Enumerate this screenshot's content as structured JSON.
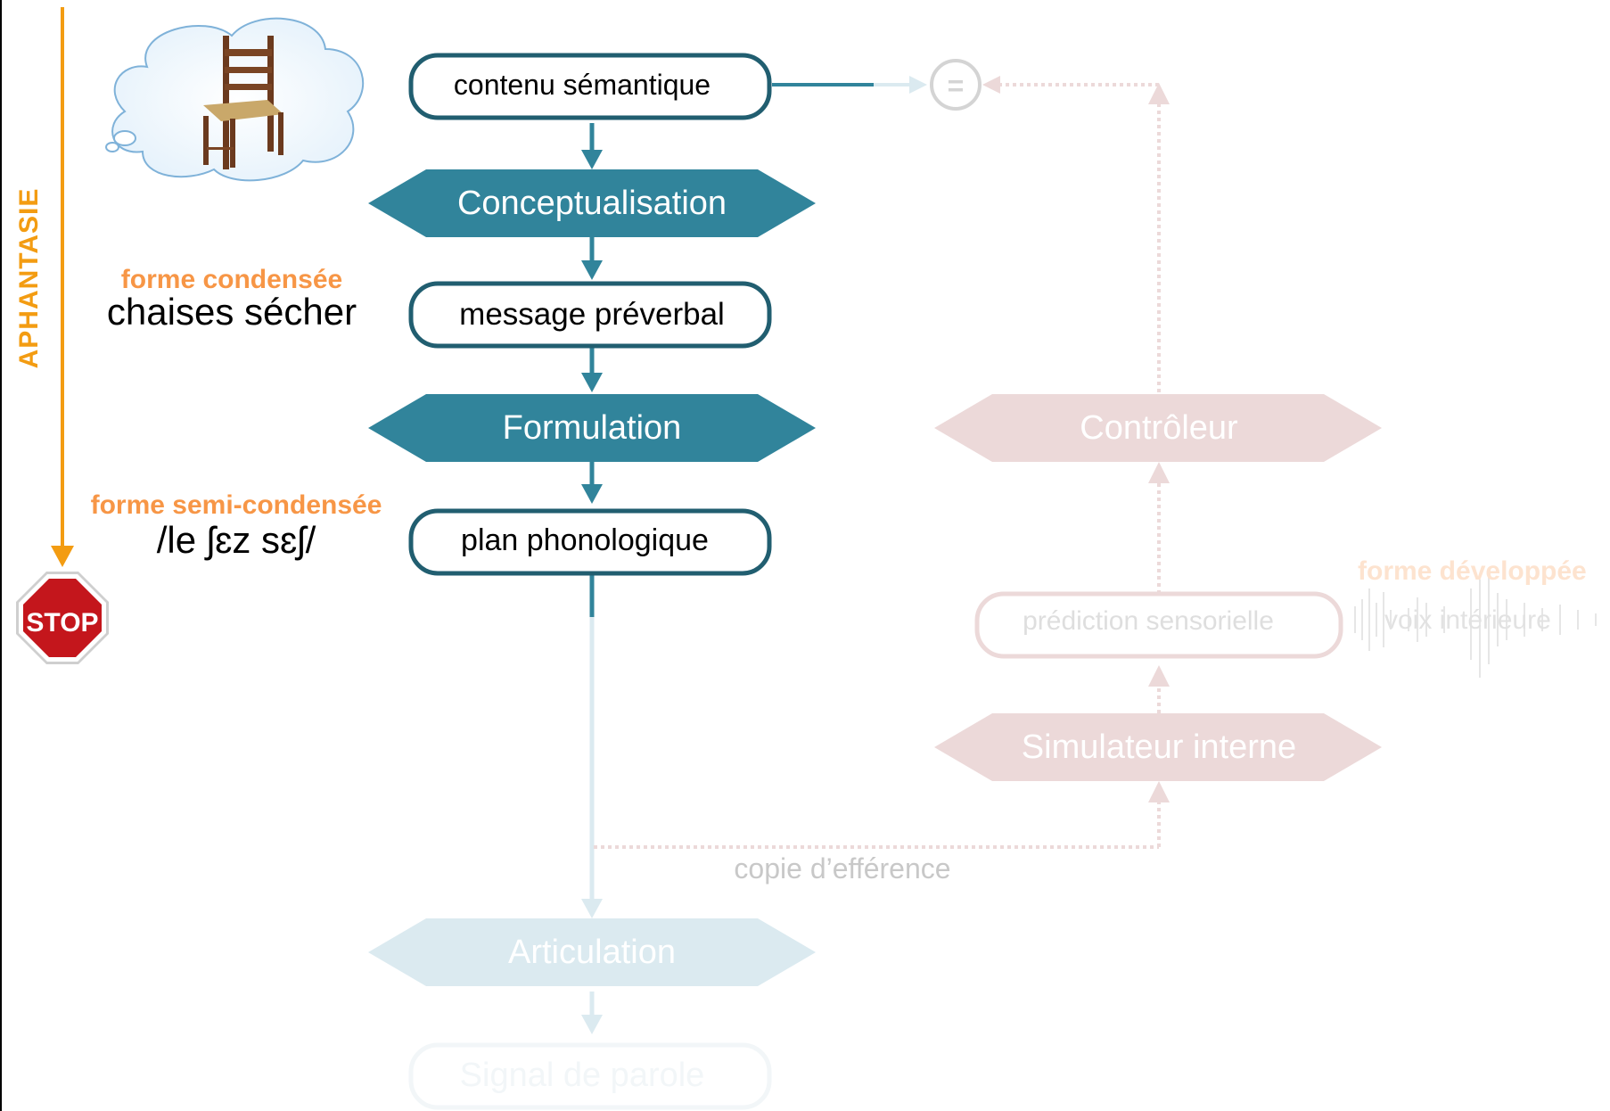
{
  "side_axis": {
    "label": "APHANTASIE",
    "stop_sign": "STOP"
  },
  "nodes": {
    "semantic_content": "contenu sémantique",
    "conceptualisation": "Conceptualisation",
    "preverbal_message": "message préverbal",
    "formulation": "Formulation",
    "phonological_plan": "plan phonologique",
    "articulation": "Articulation",
    "speech_signal": "Signal de parole",
    "controller": "Contrôleur",
    "sensory_prediction": "prédiction sensorielle",
    "internal_simulator": "Simulateur interne",
    "comparator": "="
  },
  "annotations": {
    "condensed_title": "forme condensée",
    "condensed_example": "chaises sécher",
    "semi_condensed_title": "forme semi-condensée",
    "semi_condensed_example": "/le ʃɛz sɛʃ/",
    "developed_title": "forme développée",
    "developed_example": "voix intérieure",
    "efference_copy": "copie d’efférence"
  },
  "colors": {
    "teal": "#31849b",
    "teal_dark": "#215e70",
    "orange": "#f79646",
    "axis_orange": "#f39c12",
    "faded_pink": "#ecd9d9",
    "faded_blue": "#dbeaf0",
    "stop_red": "#c4161c"
  }
}
